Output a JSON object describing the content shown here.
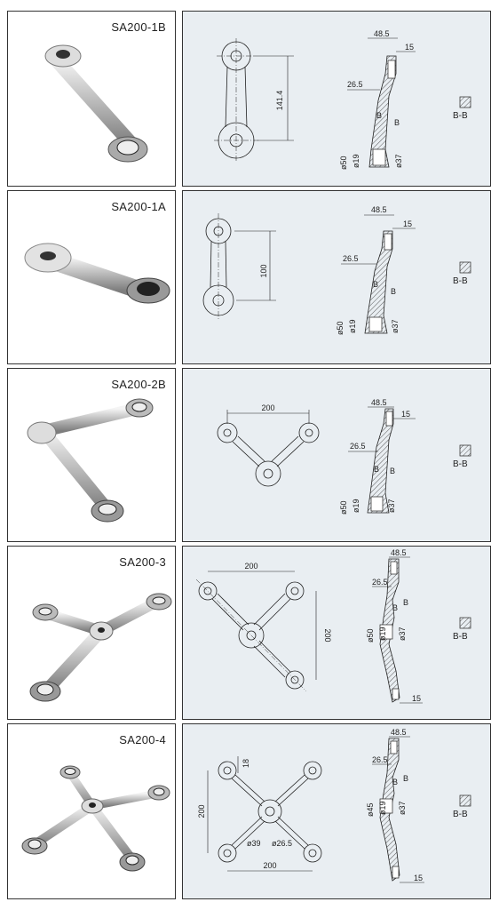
{
  "products": [
    {
      "model": "SA200-1B",
      "plan_dims": [
        "141.4"
      ],
      "section_dims": {
        "top": "48.5",
        "right": "15",
        "mid": "26.5",
        "outer": "ø50",
        "inner": "ø19",
        "hole": "ø37"
      },
      "section_label": "B-B",
      "cut_marks": [
        "B",
        "B"
      ]
    },
    {
      "model": "SA200-1A",
      "plan_dims": [
        "100"
      ],
      "section_dims": {
        "top": "48.5",
        "right": "15",
        "mid": "26.5",
        "outer": "ø50",
        "inner": "ø19",
        "hole": "ø37"
      },
      "section_label": "B-B",
      "cut_marks": [
        "B",
        "B"
      ]
    },
    {
      "model": "SA200-2B",
      "plan_dims": [
        "200"
      ],
      "section_dims": {
        "top": "48.5",
        "right": "15",
        "mid": "26.5",
        "outer": "ø50",
        "inner": "ø19",
        "hole": "ø37"
      },
      "section_label": "B-B",
      "cut_marks": [
        "B",
        "B"
      ]
    },
    {
      "model": "SA200-3",
      "plan_dims": [
        "200",
        "200"
      ],
      "section_dims": {
        "top": "48.5",
        "right": "15",
        "mid": "26.5",
        "outer": "ø50",
        "inner": "ø19",
        "hole": "ø37"
      },
      "section_label": "B-B",
      "cut_marks": [
        "B",
        "B"
      ]
    },
    {
      "model": "SA200-4",
      "plan_dims": [
        "18",
        "200",
        "200",
        "ø39",
        "ø26.5"
      ],
      "section_dims": {
        "top": "48.5",
        "right": "15",
        "mid": "26.5",
        "outer": "ø45",
        "inner": "ø19",
        "hole": "ø37"
      },
      "section_label": "B-B",
      "cut_marks": [
        "B",
        "B"
      ]
    }
  ]
}
